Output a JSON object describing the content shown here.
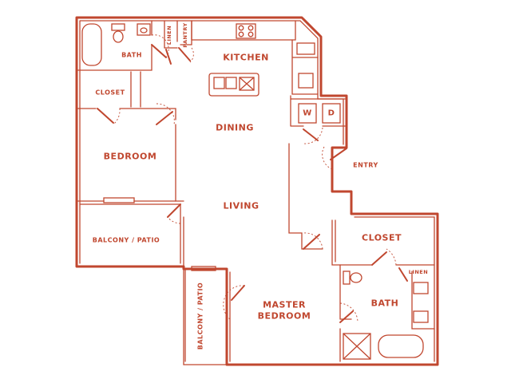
{
  "rooms": {
    "bath": "BATH",
    "linen": "LINEN",
    "pantry": "PANTRY",
    "kitchen": "KITCHEN",
    "closet": "CLOSET",
    "dining": "DINING",
    "bedroom": "BEDROOM",
    "entry": "ENTRY",
    "living": "LIVING",
    "balcony_patio": "BALCONY / PATIO",
    "master_closet": "CLOSET",
    "master_linen": "LINEN",
    "master_bath": "BATH",
    "master_bedroom_line1": "MASTER",
    "master_bedroom_line2": "BEDROOM",
    "balcony_patio_2": "BALCONY / PATIO"
  },
  "appliances": {
    "washer": "W",
    "dryer": "D"
  },
  "colors": {
    "line": "#c0472f",
    "background": "#ffffff"
  }
}
